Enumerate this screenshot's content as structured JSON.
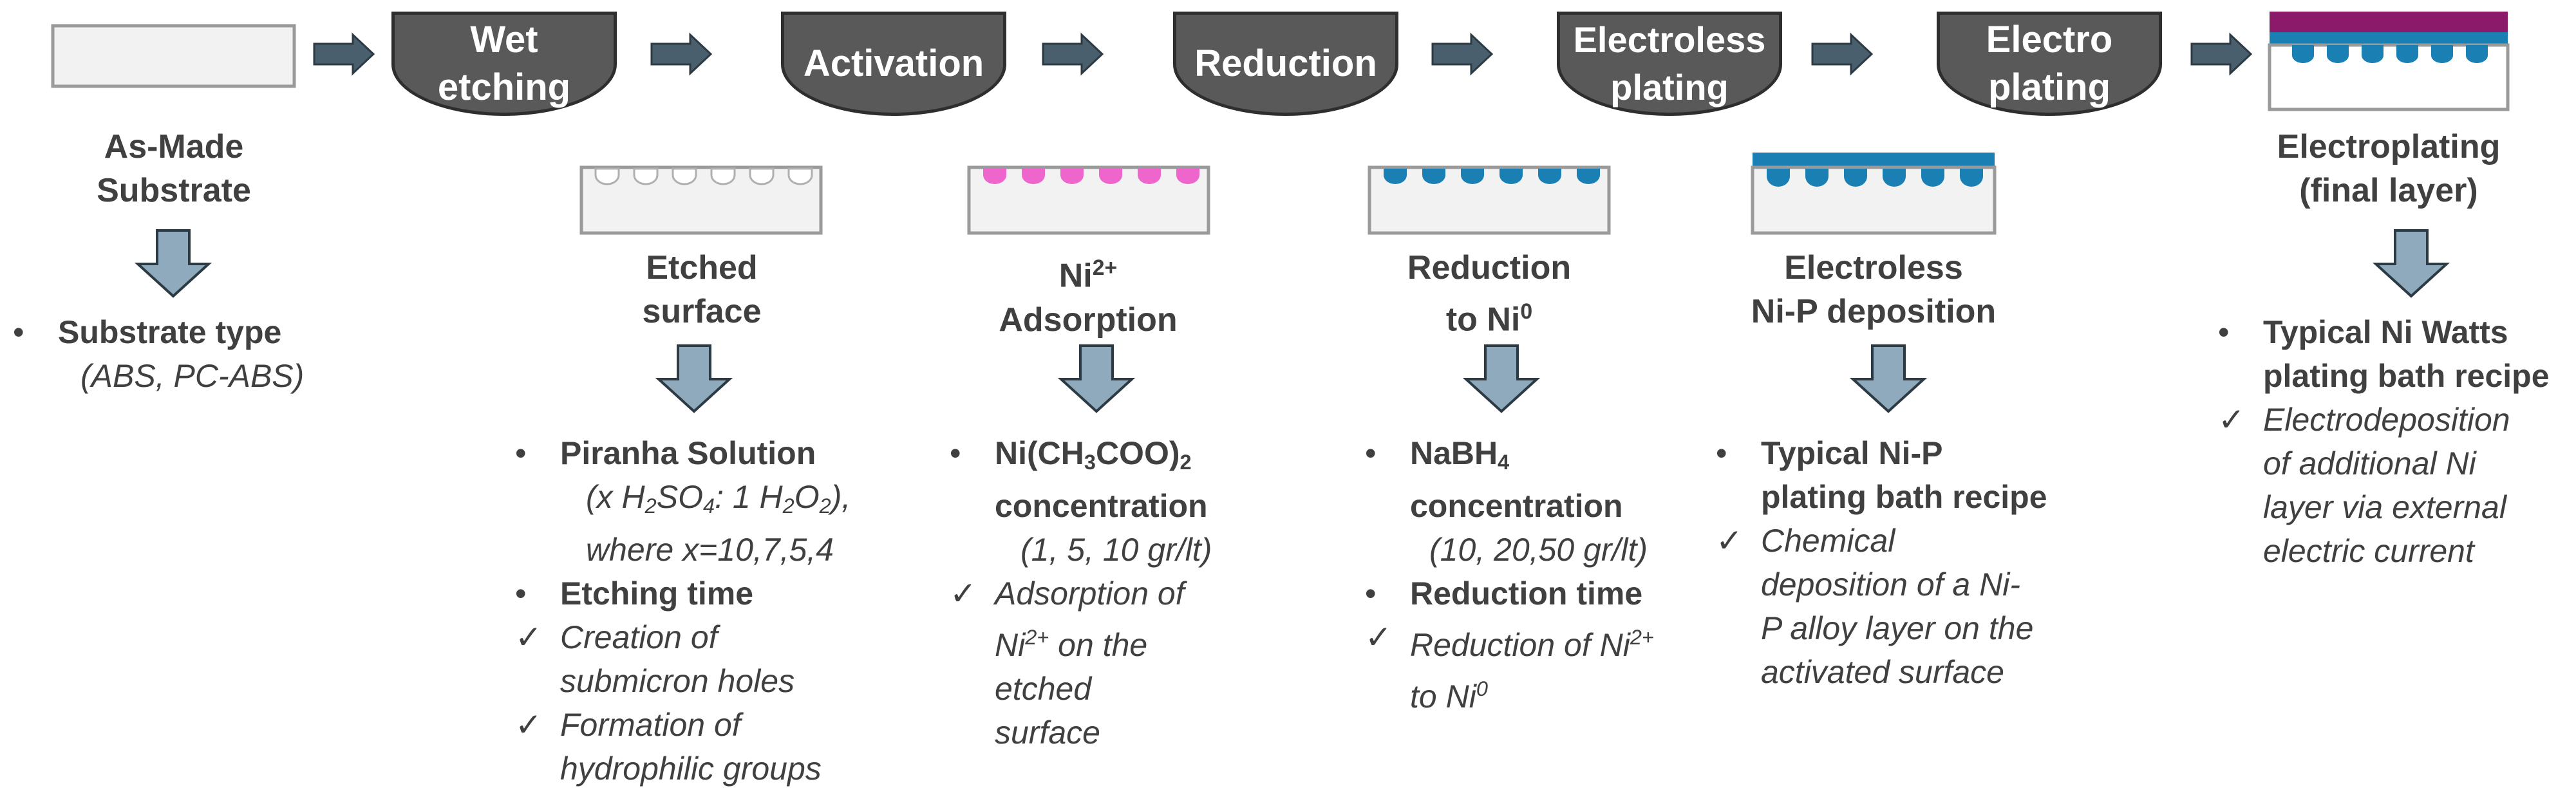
{
  "steps": [
    {
      "line1": "Wet",
      "line2": "etching"
    },
    {
      "line1": "Activation",
      "line2": ""
    },
    {
      "line1": "Reduction",
      "line2": ""
    },
    {
      "line1": "Electroless",
      "line2": "plating"
    },
    {
      "line1": "Electro",
      "line2": "plating"
    }
  ],
  "labels": {
    "substrate": [
      "As-Made",
      "Substrate"
    ],
    "etched": [
      "Etched",
      "surface"
    ],
    "adsorption": [
      "Ni",
      "2+",
      "Adsorption"
    ],
    "reduction": [
      "Reduction",
      "to Ni",
      "0"
    ],
    "electroless": [
      "Electroless",
      "Ni-P deposition"
    ],
    "electroplating": [
      "Electroplating",
      "(final layer)"
    ]
  },
  "col1": {
    "item": "Substrate type",
    "detail": "(ABS, PC-ABS)"
  },
  "col2": {
    "item1": "Piranha Solution",
    "detail_a": "(x H",
    "detail_b": "2",
    "detail_c": "SO",
    "detail_d": "4",
    "detail_e": ": 1 H",
    "detail_f": "2",
    "detail_g": "O",
    "detail_h": "2",
    "detail_i": "),",
    "detail2": "where x=10,7,5,4",
    "item2": "Etching time",
    "check1a": "Creation of",
    "check1b": "submicron holes",
    "check2a": "Formation of",
    "check2b": "hydrophilic groups"
  },
  "col3": {
    "item_a": "Ni(CH",
    "item_b": "3",
    "item_c": "COO)",
    "item_d": "2",
    "item2": "concentration",
    "detail": "(1, 5, 10 gr/lt)",
    "check_a": "Adsorption of",
    "check_b": "Ni",
    "check_c": "2+",
    "check_d": " on the",
    "check_e": "etched",
    "check_f": "surface"
  },
  "col4": {
    "item_a": "NaBH",
    "item_b": "4",
    "item2": "concentration",
    "detail": "(10, 20,50 gr/lt)",
    "item3": "Reduction time",
    "check_a": "Reduction of Ni",
    "check_b": "2+",
    "check_c": "to Ni",
    "check_d": "0"
  },
  "col5": {
    "item1": "Typical Ni-P",
    "item2": "plating bath recipe",
    "check1": "Chemical",
    "check2": "deposition of a Ni-",
    "check3": "P alloy layer on the",
    "check4": "activated surface"
  },
  "col6": {
    "item1": "Typical Ni Watts",
    "item2": "plating bath recipe",
    "check1": "Electrodeposition",
    "check2": "of additional Ni",
    "check3": "layer via external",
    "check4": "electric current"
  },
  "markers": {
    "bullet": "•",
    "check": "✓"
  },
  "colors": {
    "step_fill": "#595959",
    "arrow_fill": "#4a5f6d",
    "down_arrow_fill": "#8faabc",
    "pink": "#ee66cc",
    "blue": "#1a7fb3",
    "purple": "#8b1a6b",
    "substrate_gray": "#9a9a9a"
  }
}
